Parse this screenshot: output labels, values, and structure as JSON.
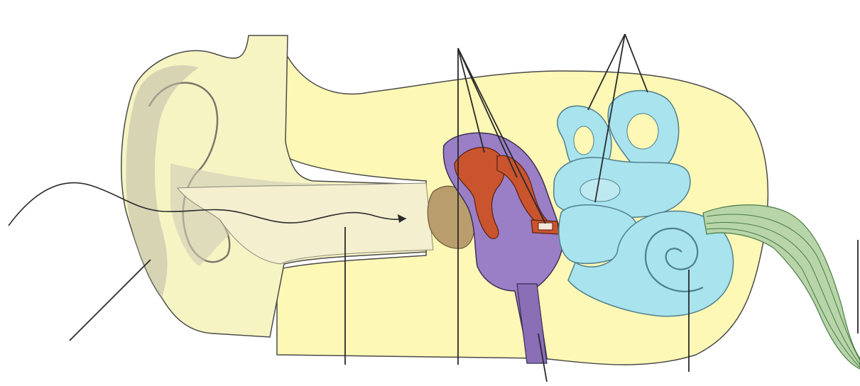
{
  "diagram": {
    "subject": "ear-anatomy",
    "labels": [],
    "leader_lines": [
      {
        "id": "pinna",
        "target": "outer-ear"
      },
      {
        "id": "canal",
        "target": "ear-canal"
      },
      {
        "id": "ossicles",
        "target": "ossicles",
        "branches": 3
      },
      {
        "id": "eustachian",
        "target": "eustachian-tube"
      },
      {
        "id": "canals",
        "target": "semicircular-canals",
        "branches": 3
      },
      {
        "id": "cochlea",
        "target": "cochlea"
      },
      {
        "id": "nerve",
        "target": "auditory-nerve"
      }
    ]
  },
  "colors": {
    "skin_fill": "#f7f4c4",
    "skin_shade": "#bdb9a8",
    "tissue_fill": "#fdf8b5",
    "middle_ear": "#9a7fc7",
    "ossicles": "#c9542e",
    "eardrum": "#b99d6c",
    "inner_ear": "#a8e3ee",
    "inner_ear_shade": "#7fb8c8",
    "nerve": "#7fa874",
    "outline": "#4a4a4a",
    "leader": "#2a2a2a"
  }
}
